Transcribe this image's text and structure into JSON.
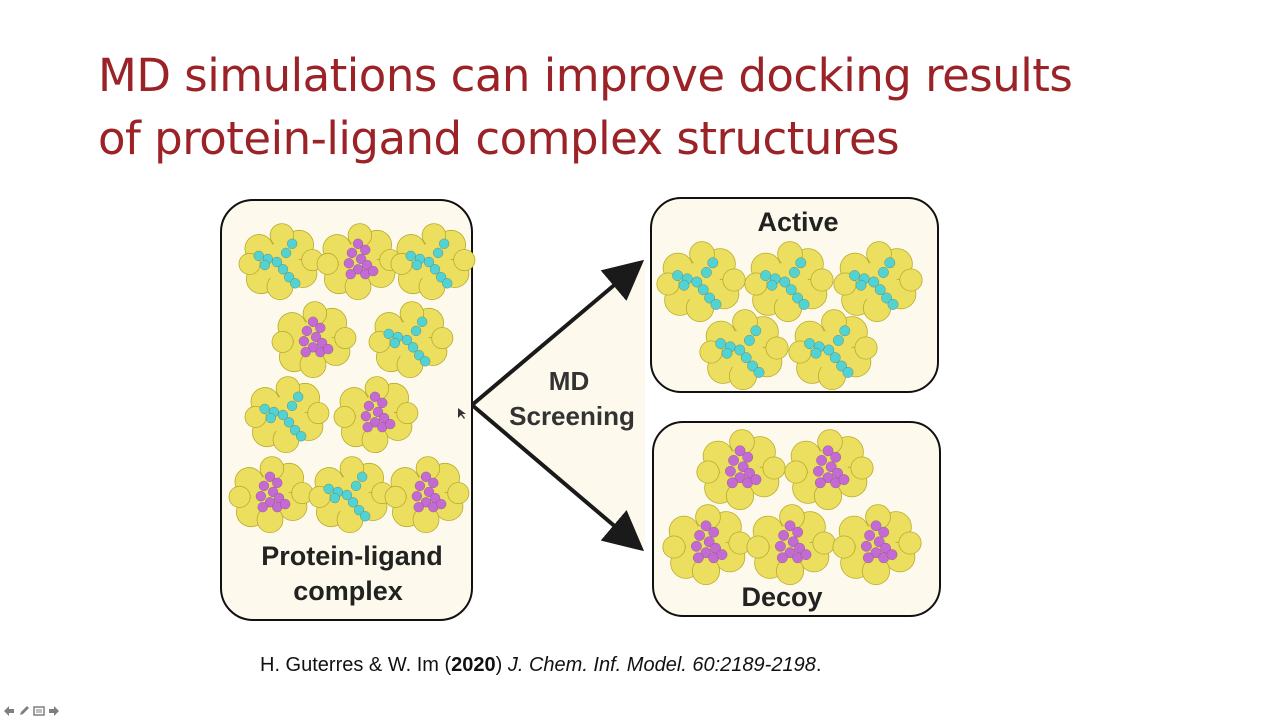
{
  "slide": {
    "title_line1": "MD simulations can improve docking results",
    "title_line2": "of protein-ligand complex structures"
  },
  "figure": {
    "left_panel_label_line1": "Protein-ligand",
    "left_panel_label_line2": "complex",
    "arrow_label_line1": "MD",
    "arrow_label_line2": "Screening",
    "active_label": "Active",
    "decoy_label": "Decoy",
    "left_panel_ligands": [
      "cyan",
      "magenta",
      "cyan",
      "magenta",
      "cyan",
      "cyan",
      "magenta",
      "magenta",
      "cyan",
      "magenta"
    ],
    "active_ligands": [
      "cyan",
      "cyan",
      "cyan",
      "cyan",
      "cyan"
    ],
    "decoy_ligands": [
      "magenta",
      "magenta",
      "magenta",
      "magenta",
      "magenta"
    ],
    "colors": {
      "protein": "#ecdf5f",
      "protein_shadow": "#b8ac2c",
      "ligand_active": "#52d3d3",
      "ligand_decoy": "#c569d4",
      "panel_fill": "#fdf9ec",
      "arrow": "#1a1a1a",
      "title": "#9b2226"
    }
  },
  "citation": {
    "authors": "H. Guterres & W. Im (",
    "year": "2020",
    "after_year": ") ",
    "journal": "J. Chem. Inf. Model. 60:2189-2198",
    "end": "."
  },
  "nav": {
    "icons": [
      "prev-arrow-icon",
      "pen-icon",
      "slides-menu-icon",
      "next-arrow-icon"
    ]
  }
}
